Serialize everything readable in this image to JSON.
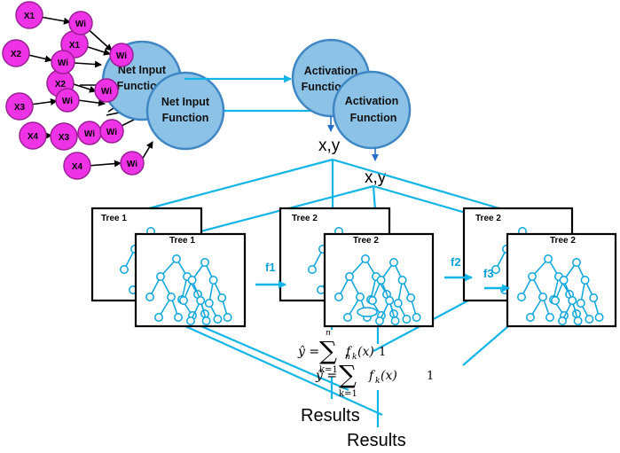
{
  "inputs": {
    "x_labels": [
      "X1",
      "X1",
      "X2",
      "X2",
      "X3",
      "X3",
      "X4",
      "X4"
    ],
    "weight_label": "Wi",
    "node_color": "#ee33e6"
  },
  "functions": {
    "net_input_back": [
      "Net Input",
      "Function"
    ],
    "net_input_front": [
      "Net Input",
      "Function"
    ],
    "activation_back": [
      "Activation",
      "Function"
    ],
    "activation_front": [
      "Activation",
      "Function"
    ],
    "fill_color": "#8cc2e6",
    "stroke_color": "#3f86c4"
  },
  "outputs": {
    "xy_back": "x,y",
    "xy_front": "x,y"
  },
  "trees": {
    "titles": [
      "Tree 1",
      "Tree 1",
      "Tree 2",
      "Tree 2",
      "Tree 2",
      "Tree 2"
    ],
    "tree_color": "#0aa5dd",
    "line_color": "#13b4e8"
  },
  "flow_labels": {
    "f1": "f1",
    "f2": "f2",
    "f3": "f3"
  },
  "formula": {
    "yhat": "ŷ =",
    "sum": "∑",
    "top": "n",
    "bottom": "k=1",
    "term": "f",
    "sub": "k",
    "arg": "(x)",
    "suffix": "1"
  },
  "results": {
    "back": "Results",
    "front": "Results"
  }
}
